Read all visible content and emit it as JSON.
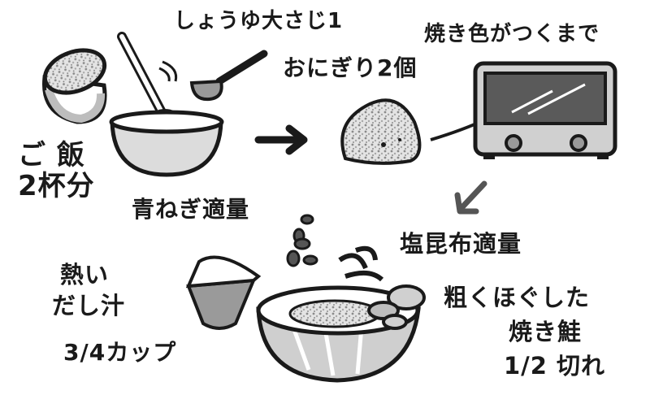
{
  "labels": {
    "rice_line1": "ご 飯",
    "rice_line2": "2杯分",
    "soy": "しょうゆ大さじ1",
    "onigiri": "おにぎり2個",
    "toast": "焼き色がつくまで",
    "green_onion": "青ねぎ適量",
    "kombu": "塩昆布適量",
    "dashi_line1": "熱い",
    "dashi_line2": "だし汁",
    "dashi_line3": "3/4カップ",
    "salmon_line1": "粗くほぐした",
    "salmon_line2": "焼き鮭",
    "salmon_line3": "1/2 切れ"
  },
  "colors": {
    "ink": "#1a1a1a",
    "light_gray": "#d9d9d9",
    "mid_gray": "#9a9a9a",
    "dark_gray": "#555555"
  }
}
